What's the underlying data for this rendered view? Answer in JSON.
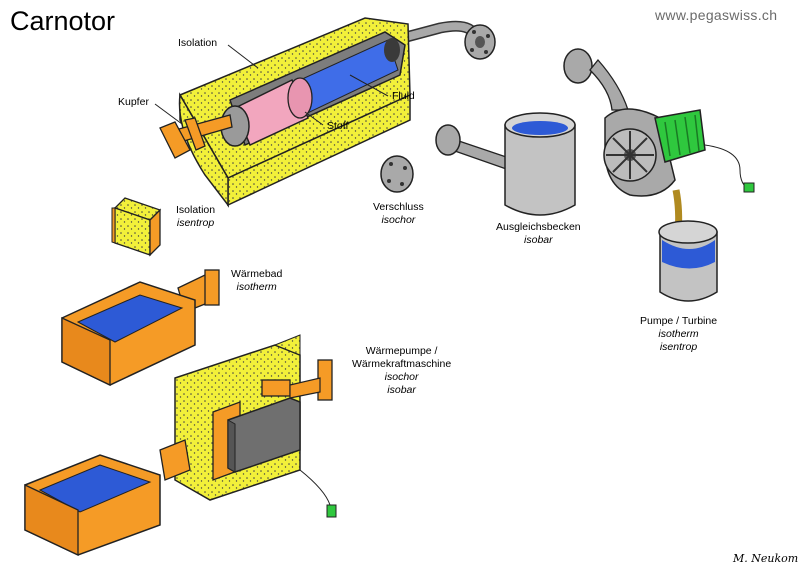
{
  "title": "Carnotor",
  "website": "www.pegaswiss.ch",
  "signature": "M. Neukom",
  "colors": {
    "isolation": "#f2f03a",
    "copper": "#f59b26",
    "fluid": "#3f6de8",
    "stoff": "#f2a6be",
    "steel": "#a9a9a9",
    "water": "#2d5ad6",
    "motor": "#2fc83e",
    "dark_block": "#6f6f6f"
  },
  "callouts": {
    "isolation": "Isolation",
    "kupfer": "Kupfer",
    "fluid": "Fluid",
    "stoff": "Stoff"
  },
  "components": [
    {
      "name": "Isolation",
      "process": "isentrop"
    },
    {
      "name": "Verschluss",
      "process": "isochor"
    },
    {
      "name": "Ausgleichsbecken",
      "process": "isobar"
    },
    {
      "name": "Wärmebad",
      "process": "isotherm"
    },
    {
      "name": "Pumpe / Turbine",
      "process": "isotherm",
      "process2": "isentrop"
    },
    {
      "name": "Wärmepumpe /",
      "name2": "Wärmekraftmaschine",
      "process": "isochor",
      "process2": "isobar"
    }
  ]
}
